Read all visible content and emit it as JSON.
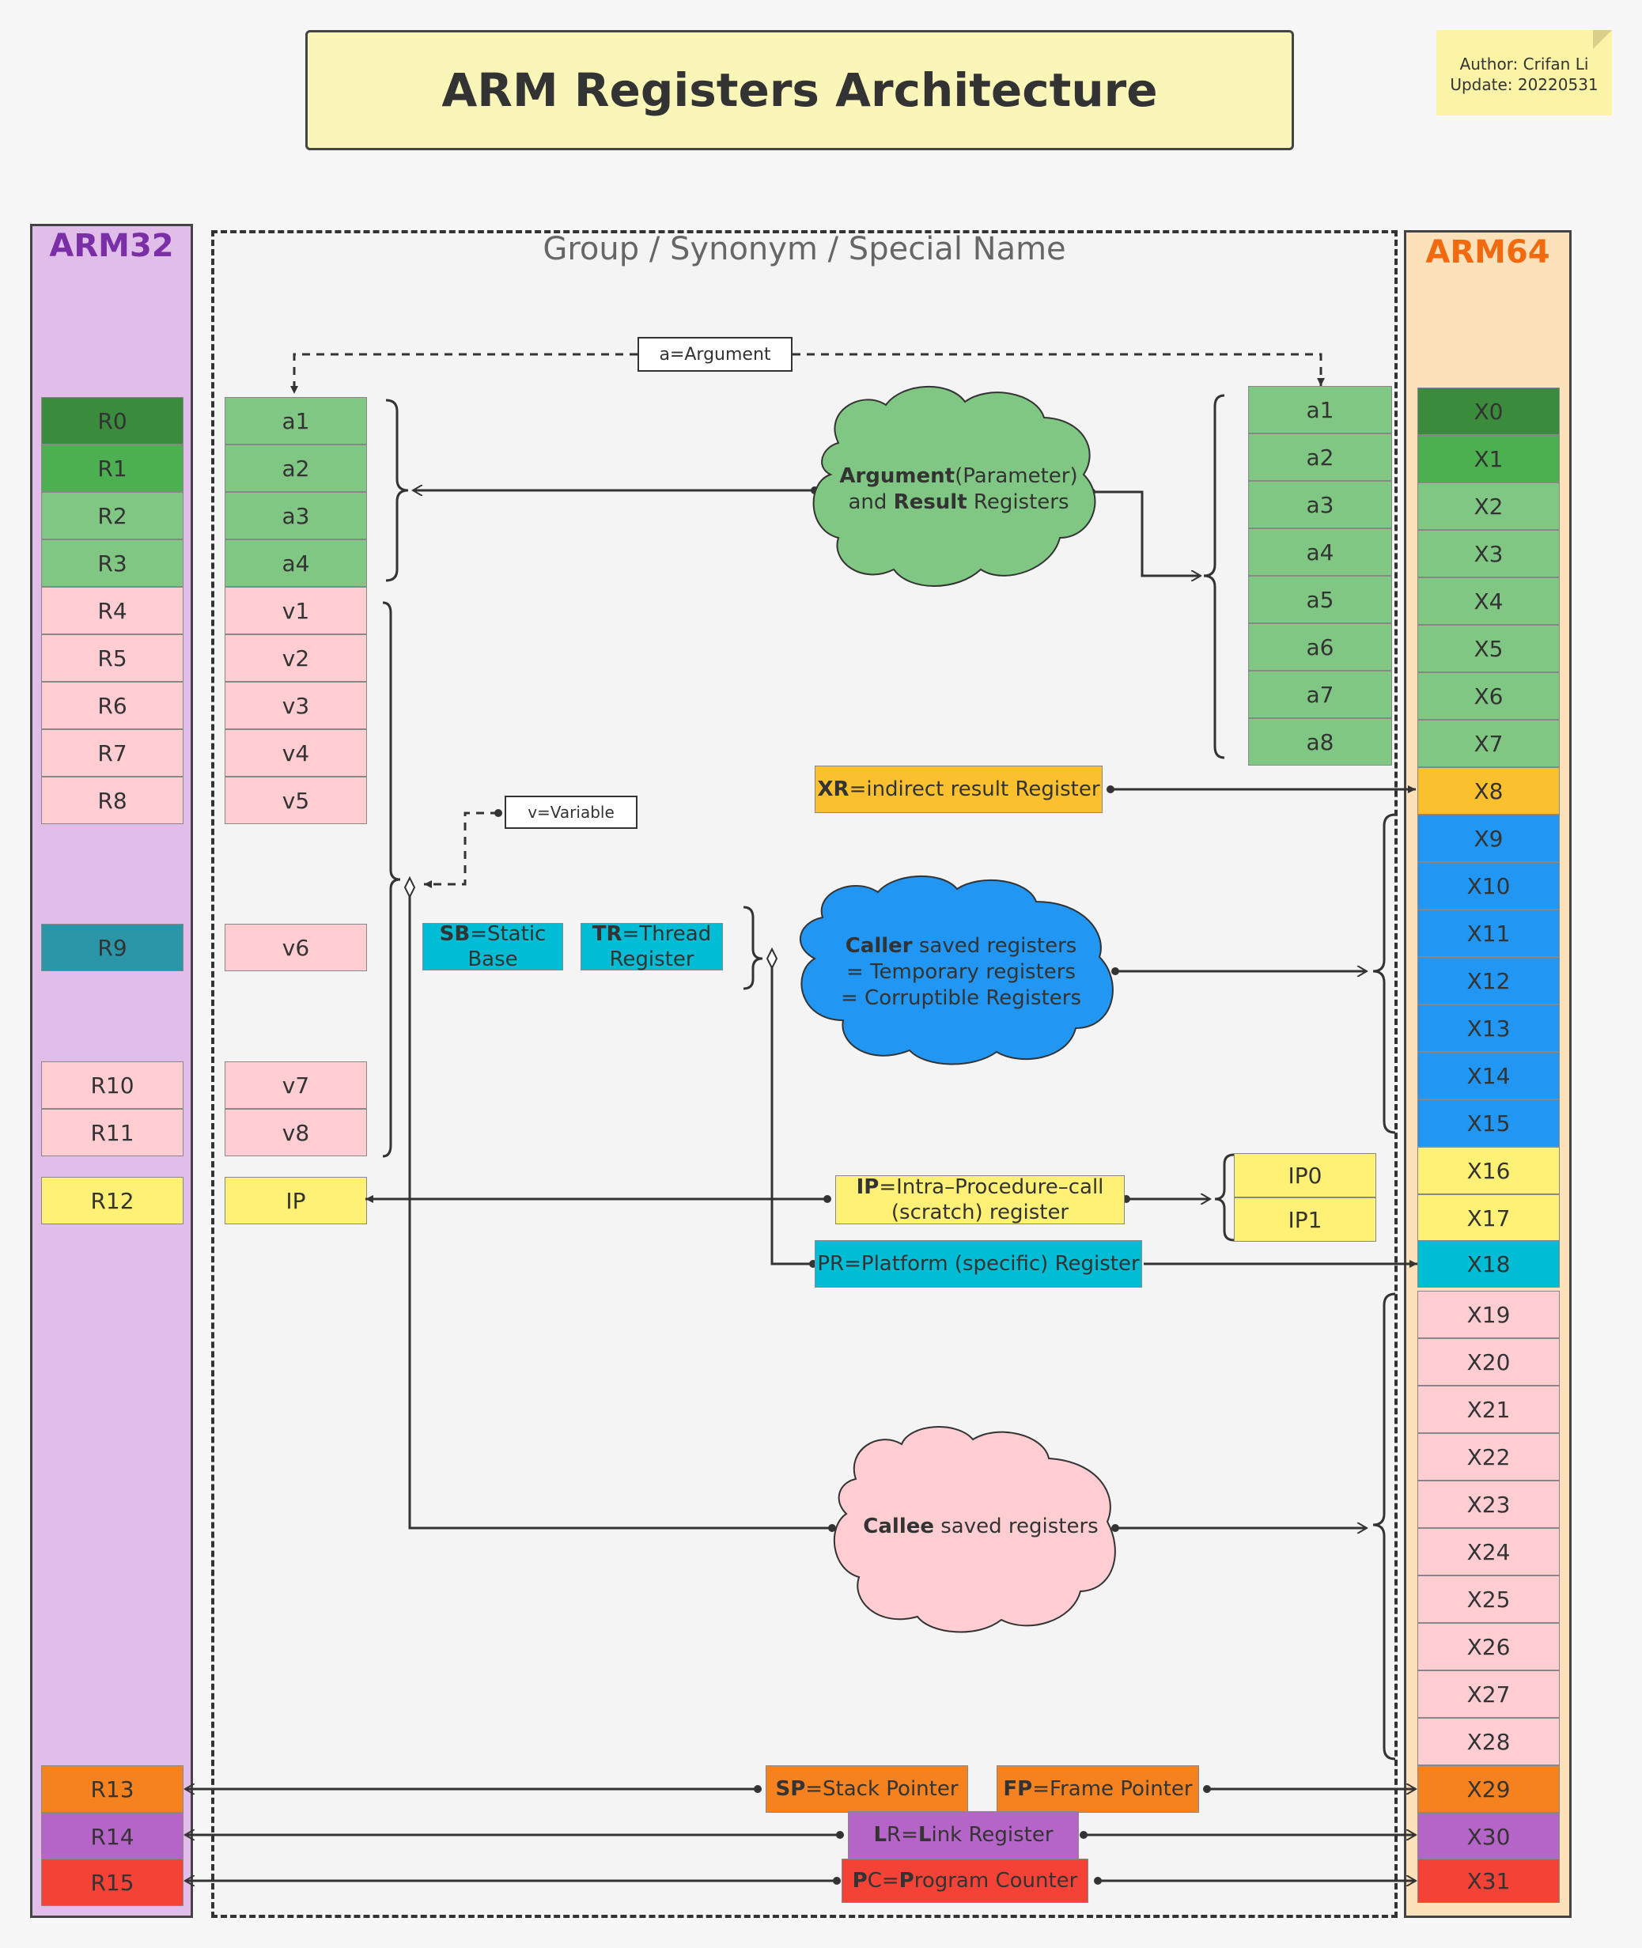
{
  "title": "ARM Registers Architecture",
  "note": {
    "author": "Author: Crifan Li",
    "update": "Update: 20220531"
  },
  "arm32": {
    "title": "ARM32",
    "registers": [
      {
        "name": "R0",
        "color": "#3b8b3d"
      },
      {
        "name": "R1",
        "color": "#4caf50"
      },
      {
        "name": "R2",
        "color": "#81c784"
      },
      {
        "name": "R3",
        "color": "#81c784"
      },
      {
        "name": "R4",
        "color": "#ffcdd2"
      },
      {
        "name": "R5",
        "color": "#ffcdd2"
      },
      {
        "name": "R6",
        "color": "#ffcdd2"
      },
      {
        "name": "R7",
        "color": "#ffcdd2"
      },
      {
        "name": "R8",
        "color": "#ffcdd2"
      },
      {
        "name": "R9",
        "color": "#2a96a8"
      },
      {
        "name": "R10",
        "color": "#ffcdd2"
      },
      {
        "name": "R11",
        "color": "#ffcdd2"
      },
      {
        "name": "R12",
        "color": "#fff176"
      },
      {
        "name": "R13",
        "color": "#f5821f"
      },
      {
        "name": "R14",
        "color": "#b565c8"
      },
      {
        "name": "R15",
        "color": "#f44336"
      }
    ]
  },
  "synonyms32": [
    {
      "name": "a1",
      "color": "#81c784"
    },
    {
      "name": "a2",
      "color": "#81c784"
    },
    {
      "name": "a3",
      "color": "#81c784"
    },
    {
      "name": "a4",
      "color": "#81c784"
    },
    {
      "name": "v1",
      "color": "#ffcdd2"
    },
    {
      "name": "v2",
      "color": "#ffcdd2"
    },
    {
      "name": "v3",
      "color": "#ffcdd2"
    },
    {
      "name": "v4",
      "color": "#ffcdd2"
    },
    {
      "name": "v5",
      "color": "#ffcdd2"
    },
    {
      "name": "v6",
      "color": "#ffcdd2"
    },
    {
      "name": "v7",
      "color": "#ffcdd2"
    },
    {
      "name": "v8",
      "color": "#ffcdd2"
    },
    {
      "name": "IP",
      "color": "#fff176"
    }
  ],
  "group_title": "Group / Synonym / Special Name",
  "arm64": {
    "title": "ARM64",
    "registers": [
      {
        "name": "X0",
        "color": "#3b8b3d"
      },
      {
        "name": "X1",
        "color": "#4caf50"
      },
      {
        "name": "X2",
        "color": "#81c784"
      },
      {
        "name": "X3",
        "color": "#81c784"
      },
      {
        "name": "X4",
        "color": "#81c784"
      },
      {
        "name": "X5",
        "color": "#81c784"
      },
      {
        "name": "X6",
        "color": "#81c784"
      },
      {
        "name": "X7",
        "color": "#81c784"
      },
      {
        "name": "X8",
        "color": "#fbc02d"
      },
      {
        "name": "X9",
        "color": "#2196f3"
      },
      {
        "name": "X10",
        "color": "#2196f3"
      },
      {
        "name": "X11",
        "color": "#2196f3"
      },
      {
        "name": "X12",
        "color": "#2196f3"
      },
      {
        "name": "X13",
        "color": "#2196f3"
      },
      {
        "name": "X14",
        "color": "#2196f3"
      },
      {
        "name": "X15",
        "color": "#2196f3"
      },
      {
        "name": "X16",
        "color": "#fff176"
      },
      {
        "name": "X17",
        "color": "#fff176"
      },
      {
        "name": "X18",
        "color": "#00bcd4"
      },
      {
        "name": "X19",
        "color": "#ffcdd2"
      },
      {
        "name": "X20",
        "color": "#ffcdd2"
      },
      {
        "name": "X21",
        "color": "#ffcdd2"
      },
      {
        "name": "X22",
        "color": "#ffcdd2"
      },
      {
        "name": "X23",
        "color": "#ffcdd2"
      },
      {
        "name": "X24",
        "color": "#ffcdd2"
      },
      {
        "name": "X25",
        "color": "#ffcdd2"
      },
      {
        "name": "X26",
        "color": "#ffcdd2"
      },
      {
        "name": "X27",
        "color": "#ffcdd2"
      },
      {
        "name": "X28",
        "color": "#ffcdd2"
      },
      {
        "name": "X29",
        "color": "#f5821f"
      },
      {
        "name": "X30",
        "color": "#b565c8"
      },
      {
        "name": "X31",
        "color": "#f44336"
      }
    ]
  },
  "synonyms64": [
    "a1",
    "a2",
    "a3",
    "a4",
    "a5",
    "a6",
    "a7",
    "a8"
  ],
  "ip_regs": [
    "IP0",
    "IP1"
  ],
  "tags": {
    "argument": "a=Argument",
    "variable": "v=Variable"
  },
  "clouds": {
    "argument": {
      "bold1": "Argument",
      "rest1": "(Parameter)",
      "pre2": "and ",
      "bold2": "Result",
      "rest2": " Registers",
      "color": "#81c784"
    },
    "caller": {
      "bold1": "Caller",
      "rest1": " saved registers",
      "line2": "= Temporary registers",
      "line3": "= Corruptible Registers",
      "color": "#2196f3"
    },
    "callee": {
      "bold1": "Callee",
      "rest1": " saved registers",
      "color": "#ffcdd2"
    }
  },
  "labels": {
    "xr": {
      "bold": "XR",
      "rest": "=indirect result Register",
      "color": "#fbc02d"
    },
    "sb": {
      "bold": "SB",
      "rest": "=Static Base",
      "color": "#00bcd4"
    },
    "tr": {
      "bold": "TR",
      "rest": "=Thread Register",
      "color": "#00bcd4"
    },
    "ip": {
      "bold": "IP",
      "rest": "=Intra–Procedure–call (scratch) register",
      "color": "#fff176"
    },
    "pr": {
      "text": "PR=Platform (specific) Register",
      "color": "#00bcd4"
    },
    "sp": {
      "bold": "SP",
      "rest": "=Stack Pointer",
      "color": "#f5821f"
    },
    "fp": {
      "bold": "FP",
      "rest": "=Frame Pointer",
      "color": "#f5821f"
    },
    "lr": {
      "bold1": "L",
      "mid": "R=",
      "bold2": "L",
      "rest": "ink Register",
      "color": "#b565c8"
    },
    "pc": {
      "bold1": "P",
      "mid": "C=",
      "bold2": "P",
      "rest": "rogram Counter",
      "color": "#f44336"
    }
  }
}
